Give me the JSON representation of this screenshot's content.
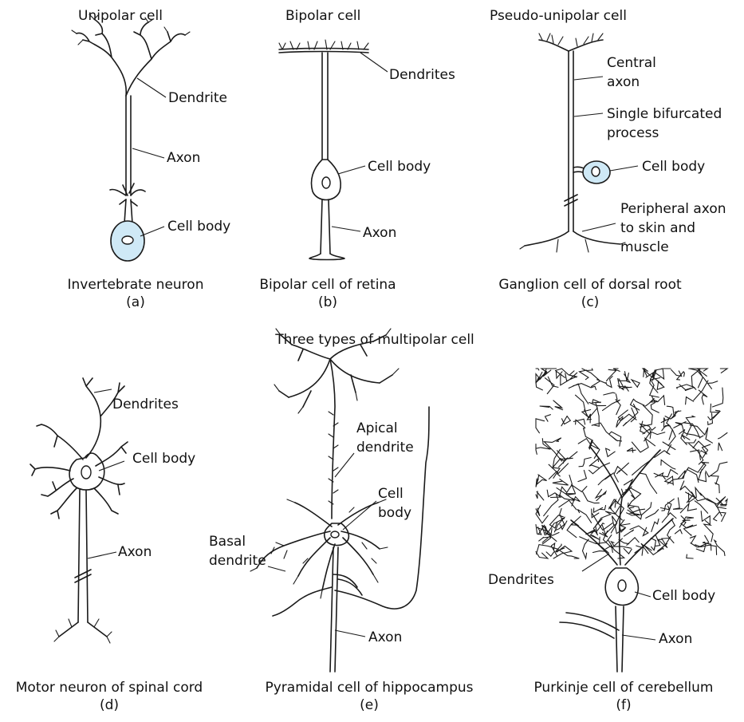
{
  "colors": {
    "soma_fill": "#cfe9f6",
    "ink": "#1a1a1a"
  },
  "panels": {
    "a": {
      "type_label": "Unipolar cell",
      "caption": "Invertebrate neuron",
      "letter": "(a)",
      "labels": {
        "dendrite": "Dendrite",
        "axon": "Axon",
        "cell_body": "Cell body"
      }
    },
    "b": {
      "type_label": "Bipolar cell",
      "caption": "Bipolar cell of retina",
      "letter": "(b)",
      "labels": {
        "dendrites": "Dendrites",
        "cell_body": "Cell body",
        "axon": "Axon"
      }
    },
    "c": {
      "type_label": "Pseudo-unipolar cell",
      "caption": "Ganglion cell of dorsal root",
      "letter": "(c)",
      "labels": {
        "central_axon_1": "Central",
        "central_axon_2": "axon",
        "single_1": "Single bifurcated",
        "single_2": "process",
        "cell_body": "Cell body",
        "peripheral_1": "Peripheral axon",
        "peripheral_2": "to skin and",
        "peripheral_3": "muscle"
      }
    },
    "multipolar_heading": "Three types of multipolar cell",
    "d": {
      "caption": "Motor neuron of spinal cord",
      "letter": "(d)",
      "labels": {
        "dendrites": "Dendrites",
        "cell_body": "Cell body",
        "axon": "Axon"
      }
    },
    "e": {
      "caption": "Pyramidal cell of hippocampus",
      "letter": "(e)",
      "labels": {
        "apical_1": "Apical",
        "apical_2": "dendrite",
        "cell_1": "Cell",
        "cell_2": "body",
        "basal_1": "Basal",
        "basal_2": "dendrite",
        "axon": "Axon"
      }
    },
    "f": {
      "caption": "Purkinje cell of cerebellum",
      "letter": "(f)",
      "labels": {
        "dendrites": "Dendrites",
        "cell_body": "Cell body",
        "axon": "Axon"
      }
    }
  }
}
